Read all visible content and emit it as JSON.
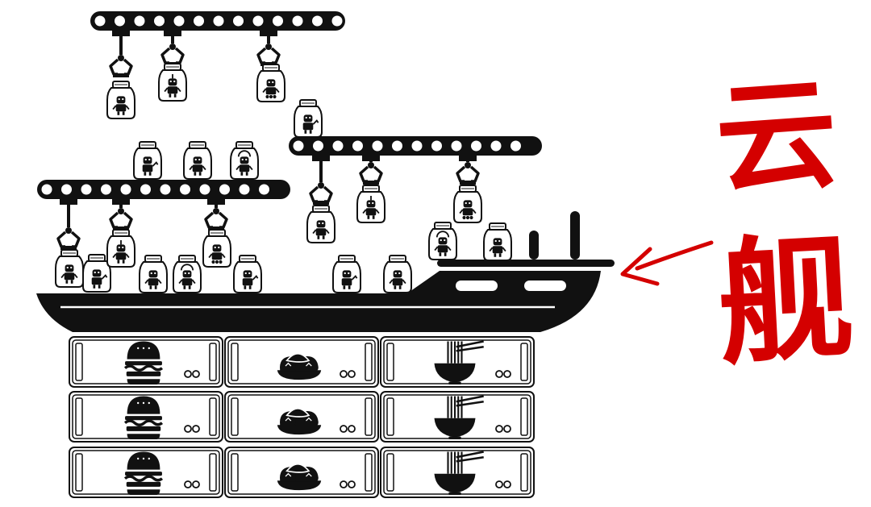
{
  "colors": {
    "ink": "#111111",
    "accent": "#d40000",
    "background": "#ffffff",
    "hole": "#ffffff"
  },
  "title": {
    "chars": [
      "云",
      "舰"
    ]
  },
  "icons": {
    "gantry": "conveyor-rail-icon",
    "claw": "robotic-claw-icon",
    "container": "robot-jar-icon",
    "ship": "carrier-ship-icon",
    "arrow": "pointer-arrow-icon",
    "burger": "burger-icon",
    "dumpling": "dumpling-icon",
    "noodle": "noodle-bowl-icon"
  },
  "server_racks": {
    "columns": [
      "burger",
      "dumpling",
      "noodle"
    ],
    "rows": 3,
    "indicator_dots": 2
  },
  "robot_variants": [
    "basic",
    "antenna",
    "wheeled",
    "dome",
    "claw-arm"
  ]
}
